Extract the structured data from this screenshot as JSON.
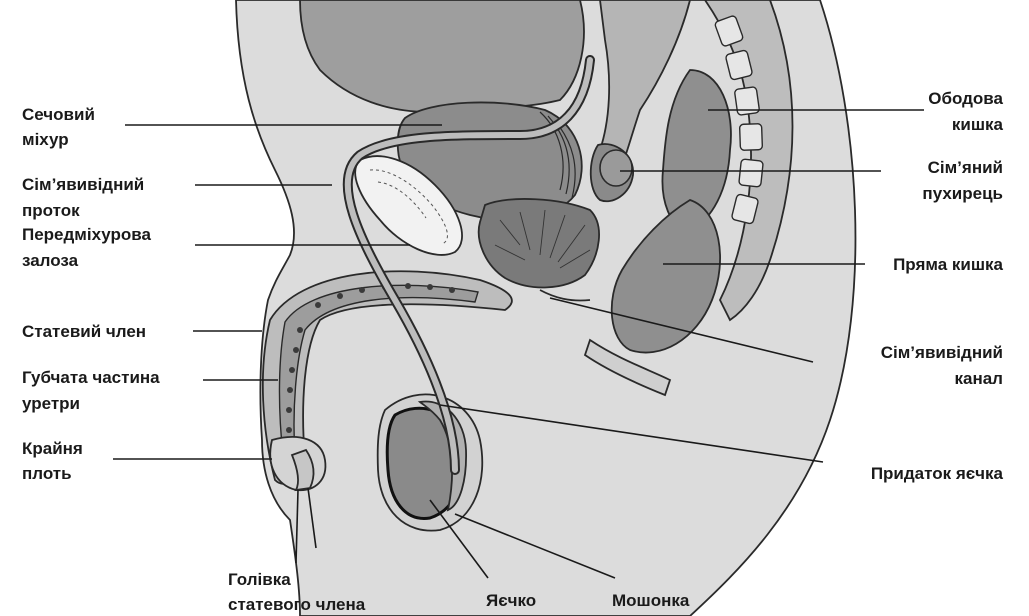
{
  "colors": {
    "tissue_light": "#dcdcdc",
    "tissue_mid": "#a9a9a9",
    "tissue_dark": "#7f7f7f",
    "outline": "#2a2a2a",
    "background": "#ffffff"
  },
  "labels": {
    "bladder": [
      "Сечовий",
      "міхур"
    ],
    "vas_deferens": [
      "Сім’явивідний",
      "проток"
    ],
    "prostate": [
      "Передміхурова",
      "залоза"
    ],
    "penis": [
      "Статевий член"
    ],
    "spongy_urethra": [
      "Губчата частина",
      "уретри"
    ],
    "foreskin": [
      "Крайня",
      "плоть"
    ],
    "glans": [
      "Голівка",
      "статевого члена"
    ],
    "testis": [
      "Яєчко"
    ],
    "scrotum": [
      "Мошонка"
    ],
    "colon": [
      "Ободова",
      "кишка"
    ],
    "seminal_vesicle": [
      "Сім’яний",
      "пухирець"
    ],
    "rectum": [
      "Пряма кишка"
    ],
    "ejaculatory_duct": [
      "Сім’явивідний",
      "канал"
    ],
    "epididymis": [
      "Придаток яєчка"
    ]
  }
}
